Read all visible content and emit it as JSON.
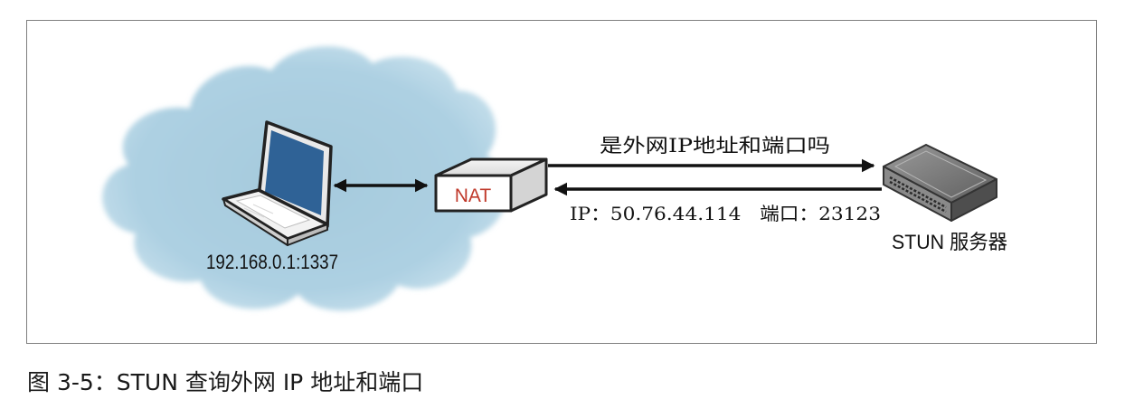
{
  "diagram": {
    "client_address": "192.168.0.1:1337",
    "nat_label": "NAT",
    "request_label": "是外网IP地址和端口吗",
    "response_label": "IP：50.76.44.114   端口：23123",
    "server_label": "STUN 服务器"
  },
  "caption": "图 3-5：STUN 查询外网 IP 地址和端口",
  "colors": {
    "cloud": "#a9cde0",
    "cloud_edge": "#c9e1ec",
    "laptop_screen": "#2f6296",
    "nat_text": "#c0392b",
    "arrow": "#111111"
  }
}
